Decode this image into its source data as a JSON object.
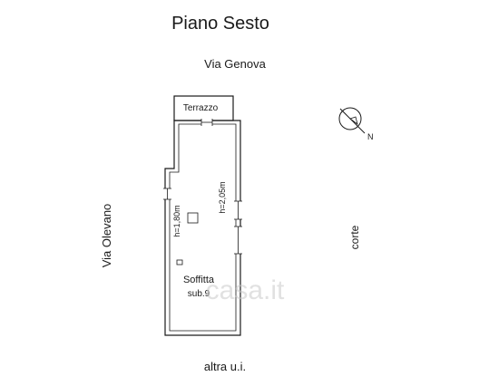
{
  "plan": {
    "title": "Piano Sesto",
    "street_top": "Via Genova",
    "street_left": "Via Olevano",
    "side_right": "corte",
    "bottom_label": "altra u.i.",
    "terrace_label": "Terrazzo",
    "room": {
      "name": "Soffitta",
      "sub": "sub.9"
    },
    "heights": {
      "left": "h=1,80m",
      "right": "h=2,05m"
    },
    "north_label": "N",
    "watermark": "casa.it"
  }
}
